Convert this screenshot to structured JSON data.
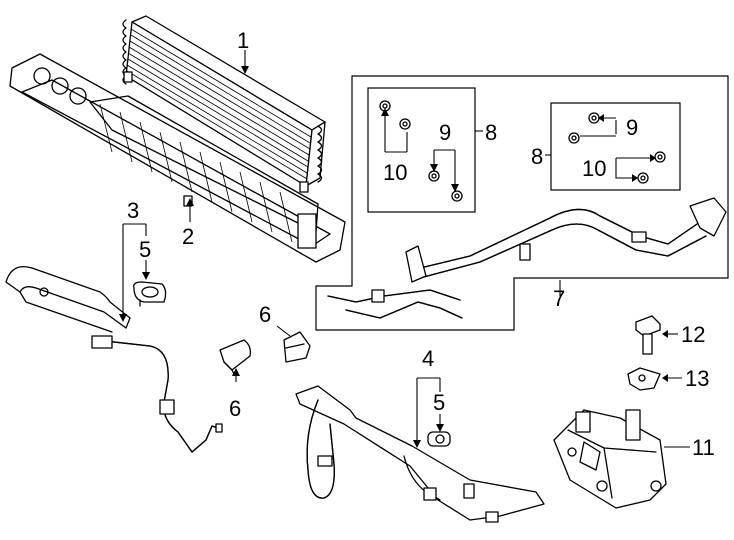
{
  "callouts": [
    {
      "id": "c1",
      "text": "1"
    },
    {
      "id": "c2",
      "text": "2"
    },
    {
      "id": "c3",
      "text": "3"
    },
    {
      "id": "c4",
      "text": "4"
    },
    {
      "id": "c5a",
      "text": "5"
    },
    {
      "id": "c5b",
      "text": "5"
    },
    {
      "id": "c6a",
      "text": "6"
    },
    {
      "id": "c6b",
      "text": "6"
    },
    {
      "id": "c7",
      "text": "7"
    },
    {
      "id": "c8a",
      "text": "8"
    },
    {
      "id": "c8b",
      "text": "8"
    },
    {
      "id": "c9a",
      "text": "9"
    },
    {
      "id": "c9b",
      "text": "9"
    },
    {
      "id": "c10a",
      "text": "10"
    },
    {
      "id": "c10b",
      "text": "10"
    },
    {
      "id": "c11",
      "text": "11"
    },
    {
      "id": "c12",
      "text": "12"
    },
    {
      "id": "c13",
      "text": "13"
    }
  ],
  "icons": [
    "oil-cooler",
    "air-deflector",
    "cooler-line",
    "clip",
    "bracket",
    "tube-assembly",
    "seal-ring",
    "thermostat-housing",
    "bolt",
    "nut-clip"
  ],
  "colors": {
    "line": "#000000",
    "background": "#ffffff"
  }
}
